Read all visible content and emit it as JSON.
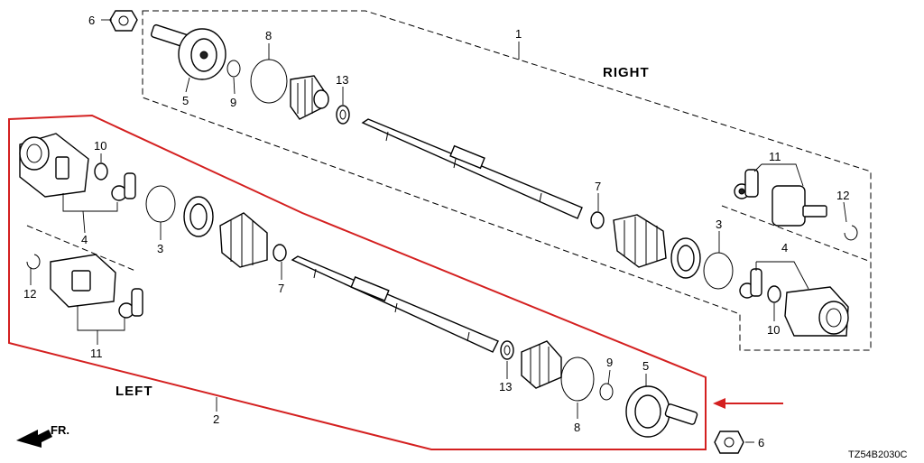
{
  "labels": {
    "right": "RIGHT",
    "left": "LEFT",
    "front": "FR.",
    "diagram_code": "TZ54B2030C"
  },
  "callouts": {
    "top_6": "6",
    "top_5": "5",
    "top_9": "9",
    "top_8": "8",
    "top_13": "13",
    "top_1": "1",
    "r_11": "11",
    "r_12": "12",
    "r_7": "7",
    "r_3": "3",
    "r_4": "4",
    "r_10": "10",
    "l_10": "10",
    "l_4": "4",
    "l_3": "3",
    "l_7": "7",
    "l_12": "12",
    "l_11": "11",
    "l_2": "2",
    "b_13": "13",
    "b_8": "8",
    "b_9": "9",
    "b_5": "5",
    "b_6": "6"
  },
  "colors": {
    "highlight": "#d42020",
    "line": "#000000"
  }
}
